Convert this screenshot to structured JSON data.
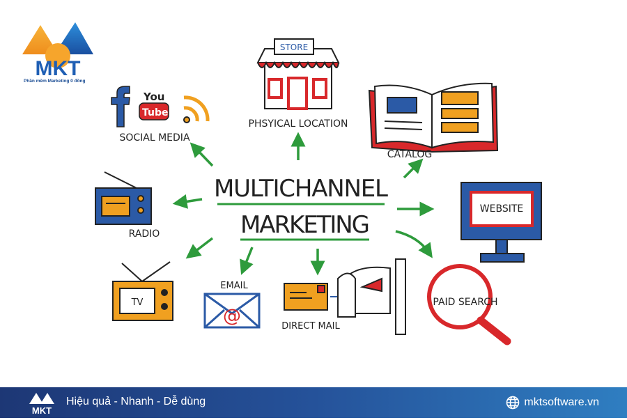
{
  "logo": {
    "text": "MKT",
    "tagline": "Phần mềm Marketing 0 đồng"
  },
  "diagram": {
    "title_line1": "MULTICHANNEL",
    "title_line2": "MARKETING",
    "channels": {
      "social_media": {
        "label": "SOCIAL MEDIA",
        "icons": [
          "facebook-icon",
          "youtube-icon",
          "rss-icon"
        ],
        "youtube_text_you": "You",
        "youtube_text_tube": "Tube"
      },
      "physical_location": {
        "label": "PHSYICAL LOCATION",
        "sign": "STORE"
      },
      "catalog": {
        "label": "CATALOG"
      },
      "radio": {
        "label": "RADIO"
      },
      "website": {
        "label": "WEBSITE"
      },
      "tv": {
        "label": "TV"
      },
      "email": {
        "label": "EMAIL"
      },
      "direct_mail": {
        "label": "DIRECT MAIL"
      },
      "paid_search": {
        "label": "PAID SEARCH"
      }
    },
    "colors": {
      "arrow": "#2e9b3c",
      "red": "#d8282b",
      "blue": "#2b5aa6",
      "orange": "#f0a020"
    }
  },
  "footer": {
    "slogan": "Hiệu quả - Nhanh - Dễ dùng",
    "website": "mktsoftware.vn",
    "logo_text": "MKT"
  }
}
